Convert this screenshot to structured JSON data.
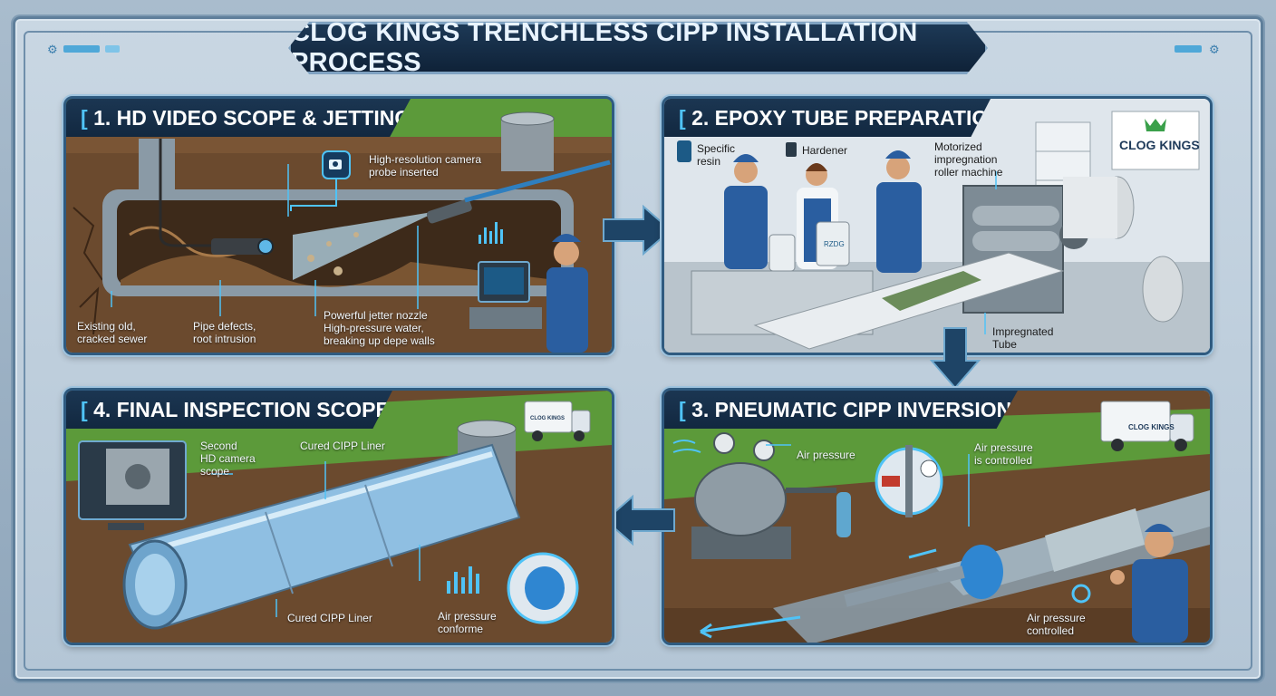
{
  "title": "CLOG KINGS TRENCHLESS CIPP INSTALLATION PROCESS",
  "colors": {
    "accent": "#4fc3f7",
    "panel_border": "#2f5b80",
    "header_bg": "#1b3652",
    "grass": "#5c9a3a",
    "soil": "#6b4a2e",
    "pipe": "#8a9aa6",
    "liner": "#7fb3d9"
  },
  "panels": {
    "p1": {
      "open": "[",
      "number": "1.",
      "name": "HD VIDEO SCOPE & JETTING",
      "close": "]",
      "callouts": {
        "camera": "High-resolution camera\nprobe inserted",
        "sewer": "Existing old,\ncracked sewer",
        "defects": "Pipe defects,\nroot intrusion",
        "jetter": "Powerful jetter nozzle\nHigh-pressure water,\nbreaking up depe walls"
      }
    },
    "p2": {
      "open": "[",
      "number": "2.",
      "name": "EPOXY TUBE PREPARATION",
      "close": "]",
      "brand": "CLOG KINGS",
      "jug_label": "RZDG",
      "callouts": {
        "resin": "Specific\nresin",
        "hardener": "Hardener",
        "roller": "Motorized\nimpregnation\nroller machine",
        "tube": "Impregnated\nTube"
      }
    },
    "p3": {
      "open": "[",
      "number": "3.",
      "name": "PNEUMATIC CIPP INVERSION",
      "close": "]",
      "truck_brand": "CLOG KINGS",
      "callouts": {
        "air": "Air pressure",
        "controlled": "Air pressure\nis controlled",
        "controlled2": "Air pressure\ncontrolled"
      }
    },
    "p4": {
      "open": "[",
      "number": "4.",
      "name": "FINAL INSPECTION SCOPE",
      "close": "]",
      "truck_brand": "CLOG KINGS",
      "callouts": {
        "camera": "Second\nHD camera\nscope",
        "liner_top": "Cured CIPP Liner",
        "liner_bottom": "Cured CIPP Liner",
        "conform": "Air pressure\nconforme"
      }
    }
  },
  "icons": [
    "camera-icon",
    "gear-icon",
    "wind-icon",
    "bottle-icon",
    "chart-icon",
    "thumbs-up-icon",
    "crown-icon"
  ]
}
